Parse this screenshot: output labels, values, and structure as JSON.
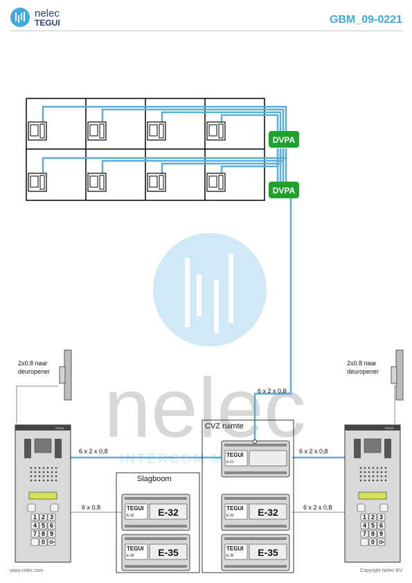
{
  "header": {
    "logo_name": "nelec",
    "logo_brand": "TEGUI",
    "document_code": "GBM_09-0221"
  },
  "watermark": {
    "word": "nelec",
    "tagline": "INTERCOM MASTERY"
  },
  "devices": {
    "amplifier_label": "DVPA",
    "brand": "TEGUI",
    "power_supply_1": {
      "id": "E-61"
    },
    "power_supply_2": {
      "id": "E-32",
      "big": "E-32"
    },
    "power_supply_3": {
      "id": "E-35",
      "big": "E-35"
    },
    "power_supply_4": {
      "id": "E-32",
      "big": "E-32"
    },
    "power_supply_5": {
      "id": "E-35",
      "big": "E-35"
    },
    "keypad_keys": [
      "1",
      "2",
      "3",
      "4",
      "5",
      "6",
      "7",
      "8",
      "9",
      "0"
    ]
  },
  "labels": {
    "door_opener_left": [
      "2x0.8 naar",
      "deuropener"
    ],
    "door_opener_right": [
      "2x0.8 naar",
      "deuropener"
    ],
    "riser_cable": "6 x 2 x 0,8",
    "left_panel_cable": "6 x 2 x 0,8",
    "right_panel_cable_top": "6 x 2 x 0,8",
    "barrier_cable": "6 x 0,8",
    "right_panel_cable_bottom": "6 x 2 x 0,8",
    "cvz_room": "CVZ ruimte",
    "barrier": "Slagboom"
  },
  "footer": {
    "website": "www.nelec.com",
    "copyright": "Copyright Nelec BV"
  },
  "colors": {
    "cable": "#5aaed6",
    "dvpa_green": "#1fa12e",
    "brand_blue": "#3fa9df",
    "watermark_circle": "#cfe9f7"
  }
}
